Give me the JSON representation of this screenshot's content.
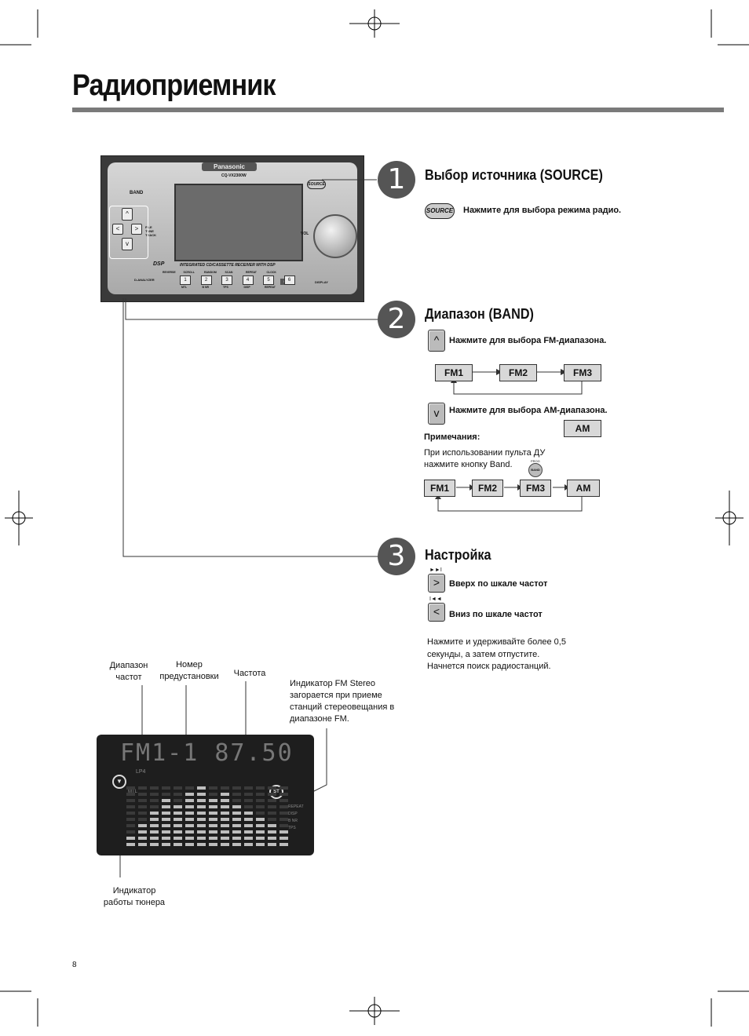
{
  "page": {
    "title": "Радиоприемник",
    "page_number": "8"
  },
  "device": {
    "brand": "Panasonic",
    "model": "CQ-VX2300W",
    "source_label": "SOURCE",
    "vol_label": "VOL",
    "band_label": "BAND",
    "file_tune_track": "FILE TUNE TRACK",
    "dsp_label": "DSP",
    "main_caption": "INTEGRATED CD/CASSETTE RECEIVER WITH DSP",
    "d_analyzer": "D-ANALYZER",
    "preset_labels": [
      "1",
      "2",
      "3",
      "4",
      "5",
      "6"
    ],
    "top_labels": [
      "REVERSE",
      "SCROLL",
      "RANDOM",
      "SCAN",
      "REPEAT",
      "CLOCK"
    ],
    "bottom_labels": [
      "MTL",
      "B NR",
      "TPS",
      "DISP",
      "REPEAT"
    ],
    "display_label": "DISPLAY",
    "disp_label": "DISP"
  },
  "steps": [
    {
      "number": "1",
      "title": "Выбор источника (SOURCE)",
      "instruction": "Нажмите для выбора режима радио.",
      "button": "SOURCE"
    },
    {
      "number": "2",
      "title": "Диапазон (BAND)",
      "up_instruction": "Нажмите для выбора FM-диапазона.",
      "down_instruction": "Нажмите для выбора AM-диапазона."
    },
    {
      "number": "3",
      "title": "Настройка",
      "up_text": "Вверх по шкале частот",
      "down_text": "Вниз по шкале частот",
      "note_lines": [
        "Нажмите и удерживайте более 0,5",
        "секунды, а затем отпустите.",
        "Начнется поиск радиостанций."
      ],
      "up_symbol": "►►I",
      "down_symbol": "I◄◄"
    }
  ],
  "fm_cycle": [
    "FM1",
    "FM2",
    "FM3"
  ],
  "am_box": "AM",
  "notes": {
    "heading": "Примечания:",
    "lines": [
      "При использовании пульта ДУ",
      "нажмите кнопку Band."
    ],
    "remote_button": "BAND",
    "remote_top": "PROG"
  },
  "remote_cycle": [
    "FM1",
    "FM2",
    "FM3",
    "AM"
  ],
  "display": {
    "text": "FM1-1  87.50",
    "lp_label": "LP4",
    "st_label": "ST",
    "mtl_label": "MTL",
    "right_labels": [
      "REPEAT",
      "DISP",
      "B NR",
      "TPS"
    ]
  },
  "callouts": {
    "band": [
      "Диапазон",
      "частот"
    ],
    "preset": [
      "Номер",
      "предустановки"
    ],
    "freq": [
      "Частота"
    ],
    "stereo": [
      "Индикатор FM Stereo",
      "загорается при приеме",
      "станций стереовещания в",
      "диапазоне FM."
    ],
    "tuner": [
      "Индикатор",
      "работы тюнера"
    ]
  },
  "icons": {
    "up": "^",
    "down": "v",
    "right": ">",
    "left": "<"
  },
  "colors": {
    "rule": "#7a7a7a",
    "step": "#555555",
    "box": "#d8d8d8"
  }
}
